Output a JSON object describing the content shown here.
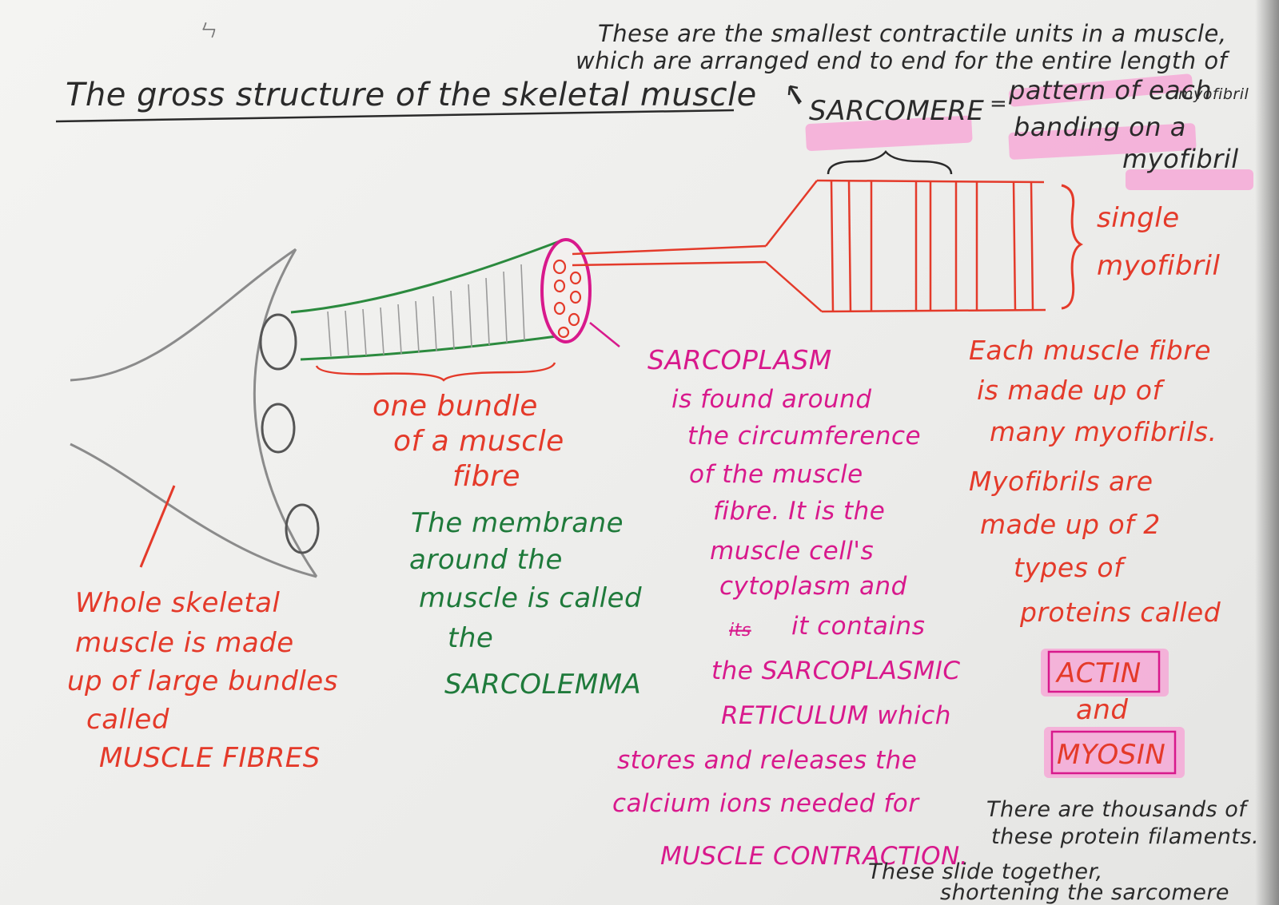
{
  "colors": {
    "red": "#e43a2a",
    "pink": "#d8198c",
    "green": "#1f7a3b",
    "dark_green": "#236b34",
    "black": "#2a2a2a",
    "grey": "#8b8b8b",
    "highlight": "#f7a6d6"
  },
  "title": "The gross structure of the skeletal muscle",
  "smallest_units": [
    "These are the smallest contractile units in a muscle,",
    "which are arranged end to end for the entire length of"
  ],
  "sarcomere": {
    "term": "SARCOMERE",
    "equals": "=",
    "definition_1": "pattern of each",
    "definition_2": "myofibril",
    "definition_3": "banding on a",
    "definition_4": "myofibril"
  },
  "single_myofibril": [
    "single",
    "myofibril"
  ],
  "bundle": [
    "one bundle",
    "of a muscle",
    "fibre"
  ],
  "sarcolemma": [
    "The membrane",
    "around the",
    "muscle is called",
    "the",
    "SARCOLEMMA"
  ],
  "whole_muscle": [
    "Whole skeletal",
    "muscle is made",
    "up of large bundles",
    "called",
    "MUSCLE FIBRES"
  ],
  "sarcoplasm": [
    "SARCOPLASM",
    "is found around",
    "the circumference",
    "of the muscle",
    "fibre. It is the",
    "muscle cell's",
    "cytoplasm and",
    "it contains",
    "the SARCOPLASMIC",
    "RETICULUM which",
    "stores and releases the",
    "calcium ions needed for",
    "MUSCLE CONTRACTION."
  ],
  "sarcoplasm_crossed": "its",
  "fibre_makeup": [
    "Each muscle fibre",
    "is made up of",
    "many myofibrils.",
    "Myofibrils are",
    "made up of 2",
    "types of",
    "proteins called"
  ],
  "proteins": {
    "actin": "ACTIN",
    "and": "and",
    "myosin": "MYOSIN"
  },
  "filaments": [
    "There are thousands of",
    "these protein filaments.",
    "These slide together,",
    "shortening the sarcomere"
  ]
}
